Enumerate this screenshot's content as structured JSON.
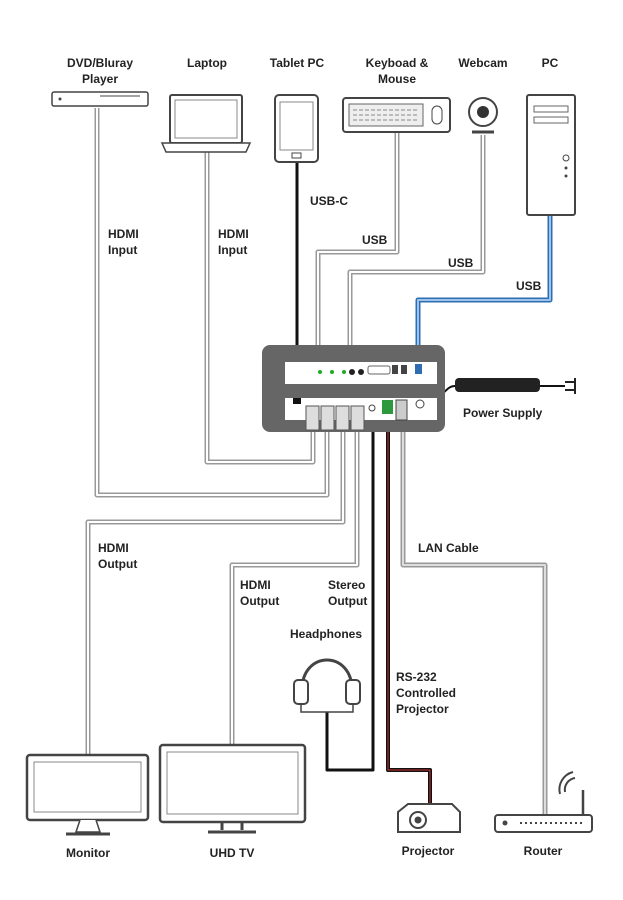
{
  "sources": {
    "dvd": [
      "DVD/Bluray",
      "Player"
    ],
    "laptop": "Laptop",
    "tablet": "Tablet PC",
    "keyboard": [
      "Keyboad &",
      "Mouse"
    ],
    "webcam": "Webcam",
    "pc": "PC"
  },
  "connections": {
    "hdmi_in_1": [
      "HDMI",
      "Input"
    ],
    "hdmi_in_2": [
      "HDMI",
      "Input"
    ],
    "usbc": "USB-C",
    "usb_kb": "USB",
    "usb_cam": "USB",
    "usb_pc": "USB",
    "power": "Power Supply",
    "hdmi_out_1": [
      "HDMI",
      "Output"
    ],
    "hdmi_out_2": [
      "HDMI",
      "Output"
    ],
    "stereo": [
      "Stereo",
      "Output"
    ],
    "rs232": [
      "RS-232",
      "Controlled",
      "Projector"
    ],
    "lan": "LAN Cable"
  },
  "sinks": {
    "headphones": "Headphones",
    "monitor": "Monitor",
    "uhdtv": "UHD TV",
    "projector": "Projector",
    "router": "Router"
  },
  "colors": {
    "device": "#666666",
    "cable": "#9a9a9a",
    "usb_pc": "#2f6db3",
    "black": "#111111"
  }
}
